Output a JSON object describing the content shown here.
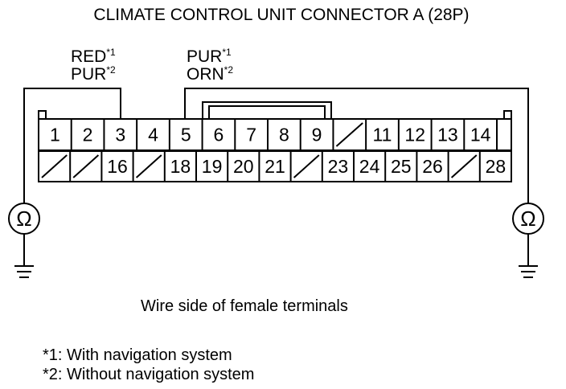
{
  "title": "CLIMATE CONTROL UNIT CONNECTOR A (28P)",
  "wire_labels": {
    "left": [
      {
        "color": "RED",
        "note": "*1"
      },
      {
        "color": "PUR",
        "note": "*2"
      }
    ],
    "right": [
      {
        "color": "PUR",
        "note": "*1"
      },
      {
        "color": "ORN",
        "note": "*2"
      }
    ]
  },
  "connector": {
    "top_row": [
      "1",
      "2",
      "3",
      "4",
      "5",
      "6",
      "7",
      "8",
      "9",
      "",
      "11",
      "12",
      "13",
      "14"
    ],
    "bottom_row": [
      "",
      "",
      "16",
      "",
      "18",
      "19",
      "20",
      "21",
      "",
      "23",
      "24",
      "25",
      "26",
      "",
      "28"
    ]
  },
  "meter_symbol": "Ω",
  "caption": "Wire side of female terminals",
  "footnotes": [
    "*1: With navigation system",
    "*2: Without navigation system"
  ]
}
